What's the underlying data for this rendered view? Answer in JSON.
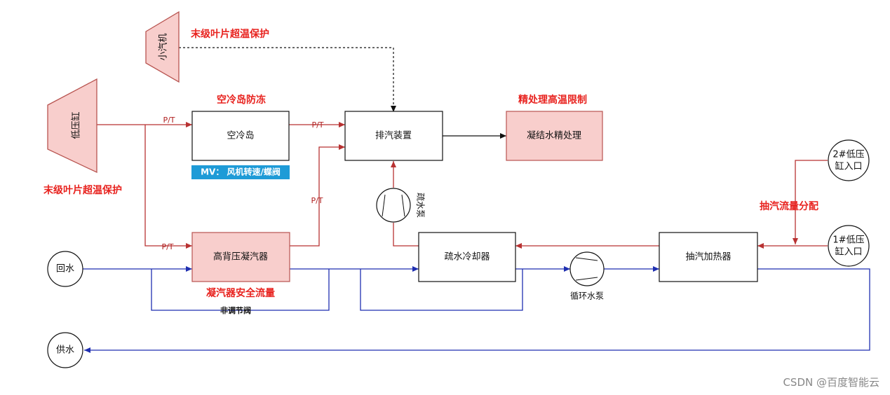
{
  "colors": {
    "red_line": "#b83232",
    "blue_line": "#1f2fb0",
    "red_text": "#e8231f",
    "pink_fill": "#f8cecc",
    "mv_bg": "#1e9bd7"
  },
  "components": {
    "lp_cylinder": "低压缸",
    "small_turbine": "小汽机",
    "air_cooling_island": "空冷岛",
    "exhaust_device": "排汽装置",
    "condensate_polishing": "凝结水精处理",
    "hbp_condenser": "高背压凝汽器",
    "drain_cooler": "疏水冷却器",
    "extraction_heater": "抽汽加热器",
    "drain_pump": "疏水泵",
    "circ_pump": "循环水泵",
    "return_water": "回水",
    "supply_water": "供水",
    "lp2_inlet_line1": "2#低压",
    "lp2_inlet_line2": "缸入口",
    "lp1_inlet_line1": "1#低压",
    "lp1_inlet_line2": "缸入口"
  },
  "annotations": {
    "last_blade_top": "末级叶片超温保护",
    "last_blade_left": "末级叶片超温保护",
    "air_cooling_antifreeze": "空冷岛防冻",
    "polishing_high_temp": "精处理高温限制",
    "condenser_safe_flow": "凝汽器安全流量",
    "extraction_flow_dist": "抽汽流量分配",
    "mv_label": "MV： 风机转速/蝶阀",
    "non_regulating_valve": "非调节阀"
  },
  "pt_labels": {
    "pt1": "P/T",
    "pt2": "P/T",
    "pt3": "P/T",
    "pt4": "P/T"
  },
  "watermark": "CSDN @百度智能云"
}
